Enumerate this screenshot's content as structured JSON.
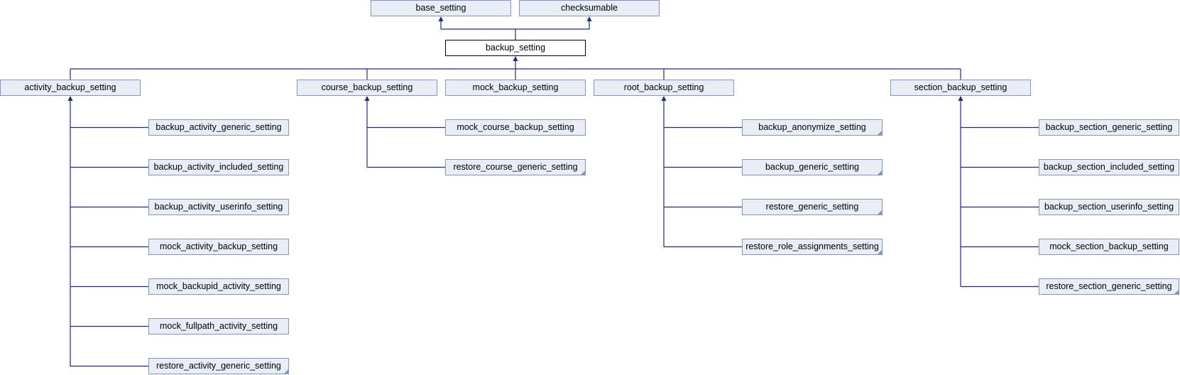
{
  "diagram": {
    "edge_color": "#1a2a8c",
    "node_fill": "#e8edf6",
    "node_border": "#8296c4",
    "nodes": [
      {
        "id": "base_setting",
        "label": "base_setting",
        "truncated": false
      },
      {
        "id": "checksumable",
        "label": "checksumable",
        "truncated": false
      },
      {
        "id": "backup_setting",
        "label": "backup_setting",
        "truncated": false,
        "current": true
      },
      {
        "id": "activity_backup_setting",
        "label": "activity_backup_setting",
        "truncated": false
      },
      {
        "id": "course_backup_setting",
        "label": "course_backup_setting",
        "truncated": false
      },
      {
        "id": "mock_backup_setting",
        "label": "mock_backup_setting",
        "truncated": false
      },
      {
        "id": "root_backup_setting",
        "label": "root_backup_setting",
        "truncated": false
      },
      {
        "id": "section_backup_setting",
        "label": "section_backup_setting",
        "truncated": false
      },
      {
        "id": "backup_activity_generic_setting",
        "label": "backup_activity_generic_setting",
        "truncated": false
      },
      {
        "id": "backup_activity_included_setting",
        "label": "backup_activity_included_setting",
        "truncated": false
      },
      {
        "id": "backup_activity_userinfo_setting",
        "label": "backup_activity_userinfo_setting",
        "truncated": false
      },
      {
        "id": "mock_activity_backup_setting",
        "label": "mock_activity_backup_setting",
        "truncated": false
      },
      {
        "id": "mock_backupid_activity_setting",
        "label": "mock_backupid_activity_setting",
        "truncated": false
      },
      {
        "id": "mock_fullpath_activity_setting",
        "label": "mock_fullpath_activity_setting",
        "truncated": false
      },
      {
        "id": "restore_activity_generic_setting",
        "label": "restore_activity_generic_setting",
        "truncated": true
      },
      {
        "id": "mock_course_backup_setting",
        "label": "mock_course_backup_setting",
        "truncated": false
      },
      {
        "id": "restore_course_generic_setting",
        "label": "restore_course_generic_setting",
        "truncated": true
      },
      {
        "id": "backup_anonymize_setting",
        "label": "backup_anonymize_setting",
        "truncated": true
      },
      {
        "id": "backup_generic_setting",
        "label": "backup_generic_setting",
        "truncated": true
      },
      {
        "id": "restore_generic_setting",
        "label": "restore_generic_setting",
        "truncated": true
      },
      {
        "id": "restore_role_assignments_setting",
        "label": "restore_role_assignments_setting",
        "truncated": true
      },
      {
        "id": "backup_section_generic_setting",
        "label": "backup_section_generic_setting",
        "truncated": false
      },
      {
        "id": "backup_section_included_setting",
        "label": "backup_section_included_setting",
        "truncated": false
      },
      {
        "id": "backup_section_userinfo_setting",
        "label": "backup_section_userinfo_setting",
        "truncated": false
      },
      {
        "id": "mock_section_backup_setting",
        "label": "mock_section_backup_setting",
        "truncated": false
      },
      {
        "id": "restore_section_generic_setting",
        "label": "restore_section_generic_setting",
        "truncated": true
      }
    ],
    "edges": [
      {
        "from": "backup_setting",
        "to": "base_setting"
      },
      {
        "from": "backup_setting",
        "to": "checksumable"
      },
      {
        "from": "activity_backup_setting",
        "to": "backup_setting"
      },
      {
        "from": "course_backup_setting",
        "to": "backup_setting"
      },
      {
        "from": "mock_backup_setting",
        "to": "backup_setting"
      },
      {
        "from": "root_backup_setting",
        "to": "backup_setting"
      },
      {
        "from": "section_backup_setting",
        "to": "backup_setting"
      },
      {
        "from": "backup_activity_generic_setting",
        "to": "activity_backup_setting"
      },
      {
        "from": "backup_activity_included_setting",
        "to": "activity_backup_setting"
      },
      {
        "from": "backup_activity_userinfo_setting",
        "to": "activity_backup_setting"
      },
      {
        "from": "mock_activity_backup_setting",
        "to": "activity_backup_setting"
      },
      {
        "from": "mock_backupid_activity_setting",
        "to": "activity_backup_setting"
      },
      {
        "from": "mock_fullpath_activity_setting",
        "to": "activity_backup_setting"
      },
      {
        "from": "restore_activity_generic_setting",
        "to": "activity_backup_setting"
      },
      {
        "from": "mock_course_backup_setting",
        "to": "course_backup_setting"
      },
      {
        "from": "restore_course_generic_setting",
        "to": "course_backup_setting"
      },
      {
        "from": "backup_anonymize_setting",
        "to": "root_backup_setting"
      },
      {
        "from": "backup_generic_setting",
        "to": "root_backup_setting"
      },
      {
        "from": "restore_generic_setting",
        "to": "root_backup_setting"
      },
      {
        "from": "restore_role_assignments_setting",
        "to": "root_backup_setting"
      },
      {
        "from": "backup_section_generic_setting",
        "to": "section_backup_setting"
      },
      {
        "from": "backup_section_included_setting",
        "to": "section_backup_setting"
      },
      {
        "from": "backup_section_userinfo_setting",
        "to": "section_backup_setting"
      },
      {
        "from": "mock_section_backup_setting",
        "to": "section_backup_setting"
      },
      {
        "from": "restore_section_generic_setting",
        "to": "section_backup_setting"
      }
    ]
  }
}
